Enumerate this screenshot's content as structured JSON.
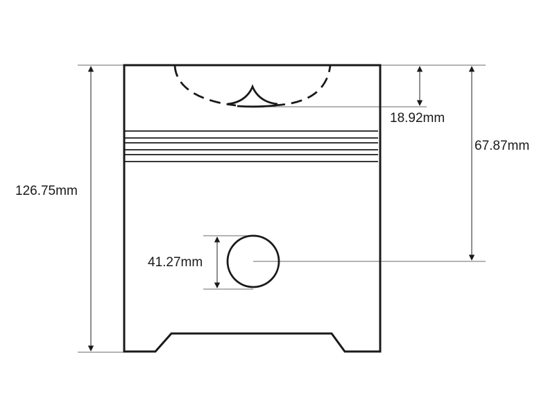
{
  "diagram": {
    "subject": "piston",
    "dimensions": {
      "total_height": "126.75mm",
      "compression_height": "67.87mm",
      "bowl_depth": "18.92mm",
      "pin_diameter": "41.27mm"
    },
    "colors": {
      "outline": "#1a1a1a",
      "dimension_line": "#777777",
      "background": "#ffffff"
    }
  }
}
